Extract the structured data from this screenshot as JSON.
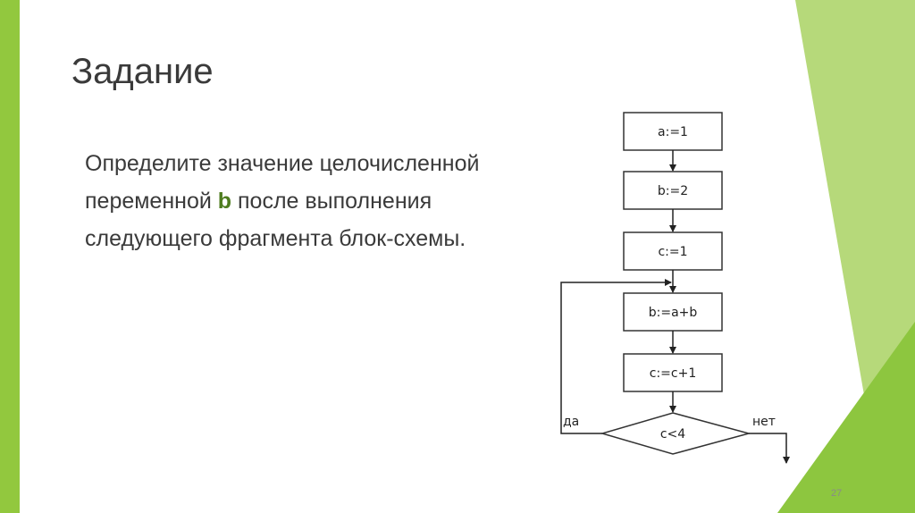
{
  "slide": {
    "title": "Задание",
    "text_parts": {
      "part1": "Определите значение целочисленной переменной ",
      "var": "b",
      "part2": " после выполнения следующего фрагмента блок-схемы."
    },
    "page_number": "27",
    "colors": {
      "accent_green": "#92c83e",
      "accent_light": "#b6d97a",
      "variable_highlight": "#4e7c1f"
    }
  },
  "flowchart": {
    "nodes": [
      {
        "id": "n1",
        "label": "a:=1"
      },
      {
        "id": "n2",
        "label": "b:=2"
      },
      {
        "id": "n3",
        "label": "c:=1"
      },
      {
        "id": "n4",
        "label": "b:=a+b"
      },
      {
        "id": "n5",
        "label": "c:=c+1"
      },
      {
        "id": "cond",
        "label": "c<4"
      }
    ],
    "branches": {
      "yes": "да",
      "no": "нет"
    }
  }
}
